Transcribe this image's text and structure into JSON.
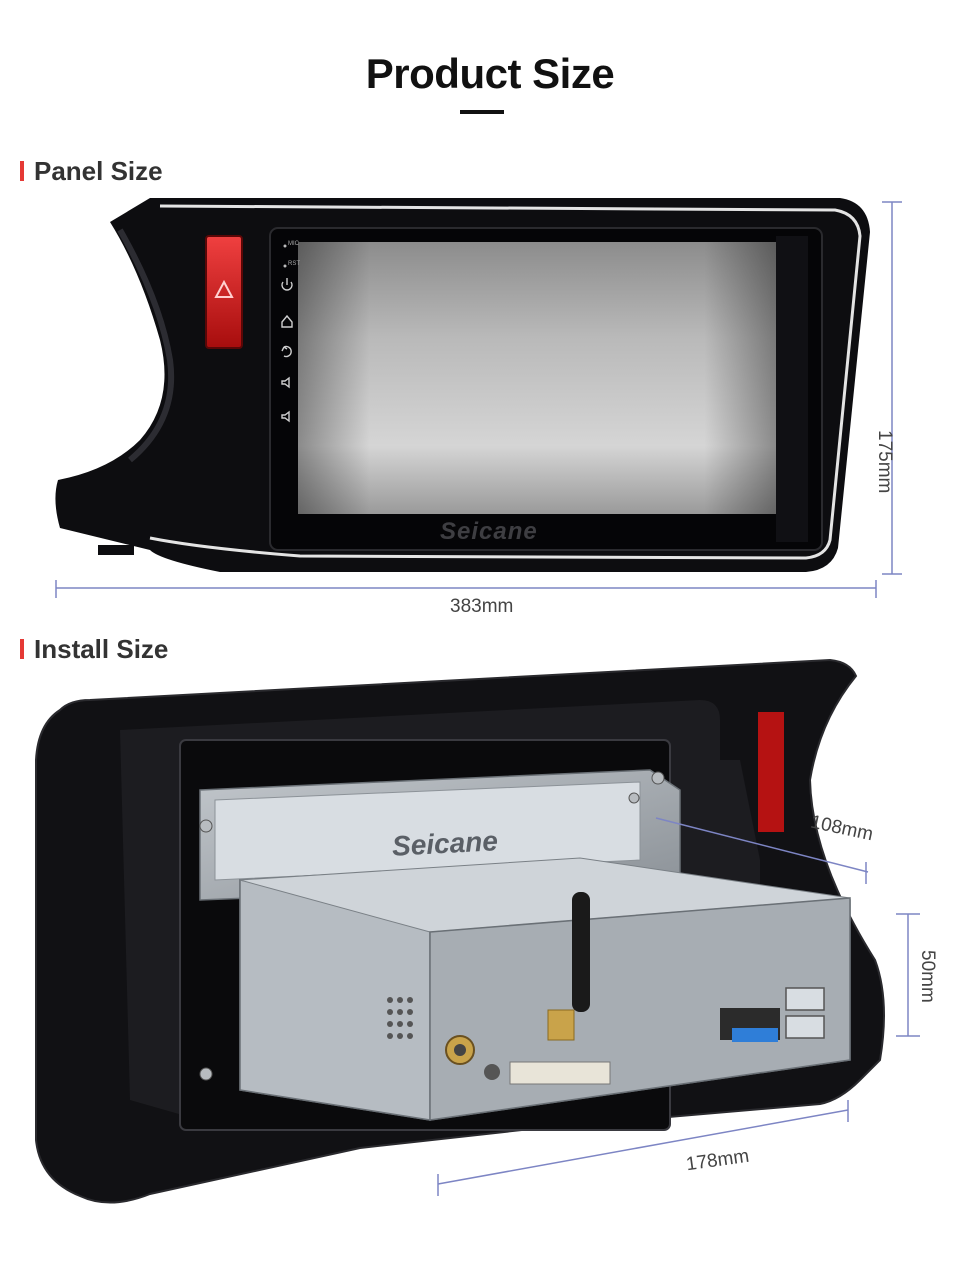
{
  "page": {
    "title": "Product Size"
  },
  "panel_size": {
    "label": "Panel Size",
    "width": "383mm",
    "height": "175mm",
    "brand": "Seicane",
    "button_labels": [
      "MIC",
      "RST"
    ]
  },
  "install_size": {
    "label": "Install Size",
    "depth": "108mm",
    "height": "50mm",
    "width": "178mm",
    "brand": "Seicane"
  },
  "colors": {
    "accent_red": "#e53935",
    "dimension_line": "#7d85c4",
    "panel_black": "#0d0d10"
  }
}
